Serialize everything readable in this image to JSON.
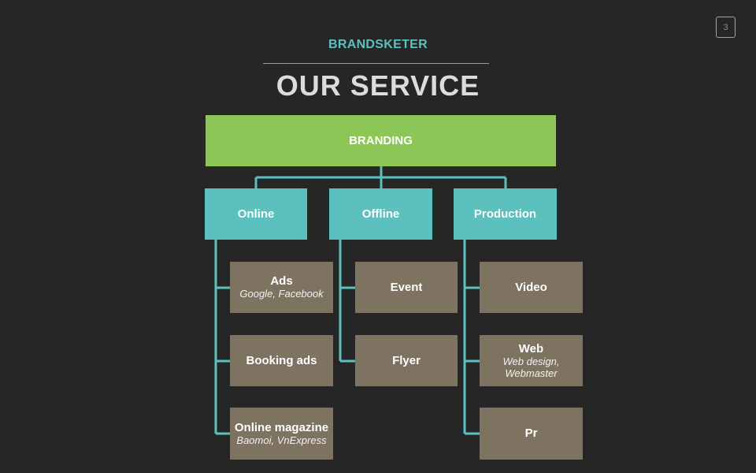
{
  "page_number": "3",
  "subtitle": "BRANDSKETER",
  "title": "OUR SERVICE",
  "colors": {
    "background": "#262626",
    "root": "#8bc656",
    "category": "#5bc0be",
    "leaf": "#7e7260",
    "connector": "#5bc0be"
  },
  "diagram": {
    "root": {
      "label": "BRANDING"
    },
    "categories": [
      {
        "label": "Online",
        "items": [
          {
            "label": "Ads",
            "sub": "Google, Facebook"
          },
          {
            "label": "Booking ads",
            "sub": ""
          },
          {
            "label": "Online magazine",
            "sub": "Baomoi,  VnExpress"
          }
        ]
      },
      {
        "label": "Offline",
        "items": [
          {
            "label": "Event",
            "sub": ""
          },
          {
            "label": "Flyer",
            "sub": ""
          }
        ]
      },
      {
        "label": "Production",
        "items": [
          {
            "label": "Video",
            "sub": ""
          },
          {
            "label": "Web",
            "sub": "Web design, Webmaster"
          },
          {
            "label": "Pr",
            "sub": ""
          }
        ]
      }
    ]
  }
}
